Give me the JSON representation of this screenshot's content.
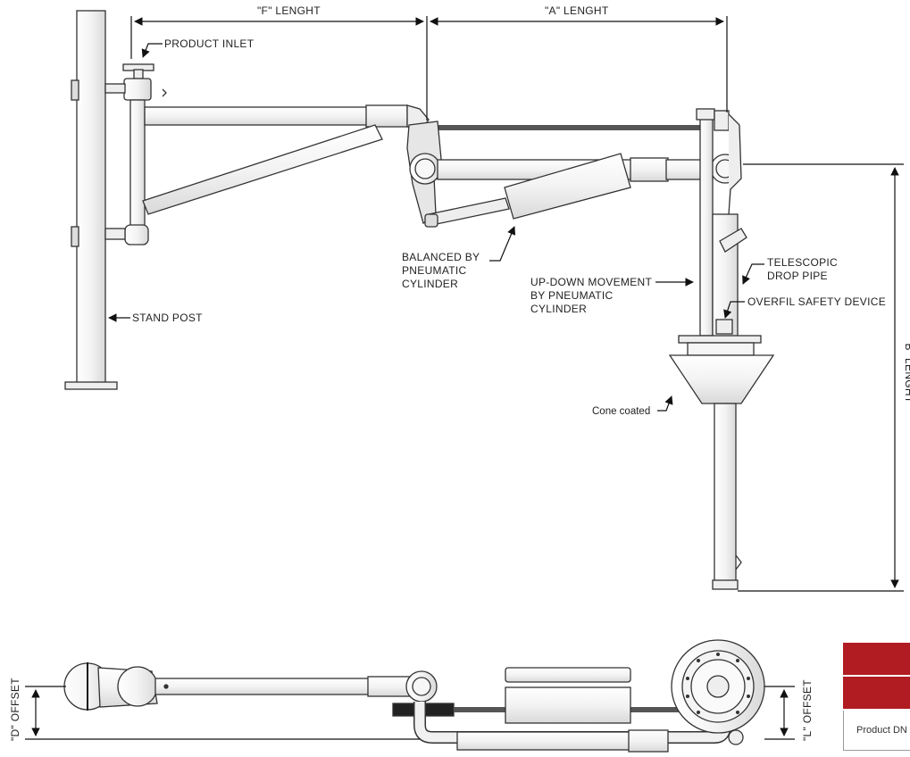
{
  "dimensions": {
    "f_length": "\"F\" LENGHT",
    "a_length": "\"A\" LENGHT",
    "b_length": "\"B\" LENGHT",
    "d_offset": "\"D\" OFFSET",
    "l_offset": "\"L\" OFFSET"
  },
  "labels": {
    "product_inlet": "PRODUCT INLET",
    "stand_post": "STAND POST",
    "balanced_by": [
      "BALANCED BY",
      "PNEUMATIC",
      "CYLINDER"
    ],
    "up_down": [
      "UP-DOWN MOVEMENT",
      "BY PNEUMATIC",
      "CYLINDER"
    ],
    "telescopic": [
      "TELESCOPIC",
      "DROP PIPE"
    ],
    "overfil": "OVERFIL SAFETY DEVICE",
    "cone": "Cone coated"
  },
  "table": {
    "first_cell": "Product DN"
  },
  "colors": {
    "accent": "#b01c22",
    "line": "#333333",
    "metal": "#f2f2f2",
    "rod": "#555555"
  }
}
